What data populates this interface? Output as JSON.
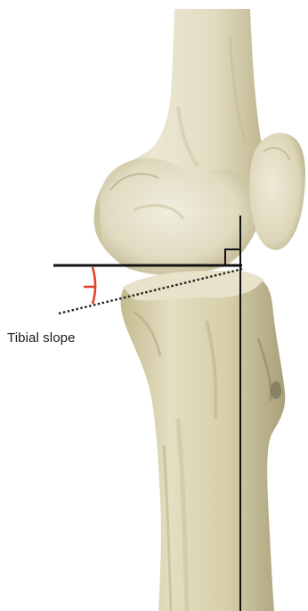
{
  "diagram": {
    "label": "Tibial slope",
    "colors": {
      "bone_light": "#eae6d0",
      "bone_mid": "#d9d3b2",
      "bone_shadow": "#b9b08a",
      "bone_dark": "#8f8766",
      "reference_line": "#111111",
      "angle_marker": "#e0442a"
    },
    "elements": [
      "femur",
      "patella",
      "tibia",
      "horizontal-reference-line",
      "vertical-tibial-axis",
      "tibial-plateau-dotted-line",
      "right-angle-marker",
      "slope-angle-arc"
    ]
  }
}
